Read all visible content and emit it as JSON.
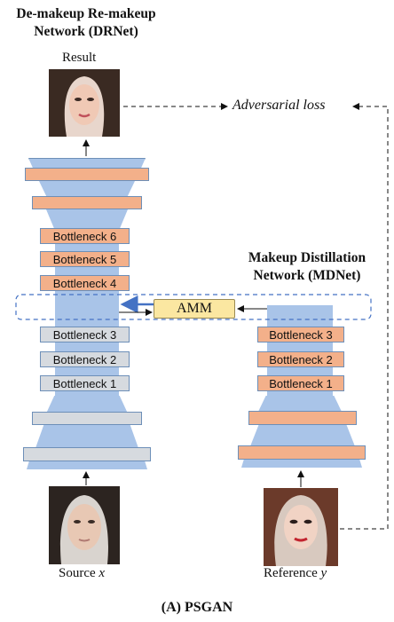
{
  "drnet": {
    "title_line1": "De-makeup Re-makeup",
    "title_line2": "Network (DRNet)",
    "result_label": "Result",
    "bottlenecks": [
      "Bottleneck 6",
      "Bottleneck 5",
      "Bottleneck 4",
      "Bottleneck 3",
      "Bottleneck 2",
      "Bottleneck 1"
    ],
    "source_label_text": "Source ",
    "source_label_var": "x"
  },
  "mdnet": {
    "title_line1": "Makeup Distillation",
    "title_line2": "Network (MDNet)",
    "bottlenecks": [
      "Bottleneck 3",
      "Bottleneck 2",
      "Bottleneck 1"
    ],
    "reference_label_text": "Reference ",
    "reference_label_var": "y"
  },
  "amm_label": "AMM",
  "adversarial_loss_label": "Adversarial loss",
  "caption": "(A) PSGAN",
  "colors": {
    "encoder_blue": "#a9c4e8",
    "bottleneck_orange": "#f3b08a",
    "bottleneck_gray": "#d6dadf",
    "amm_yellow": "#fbe7a1",
    "arrow_blue": "#4472c4"
  }
}
